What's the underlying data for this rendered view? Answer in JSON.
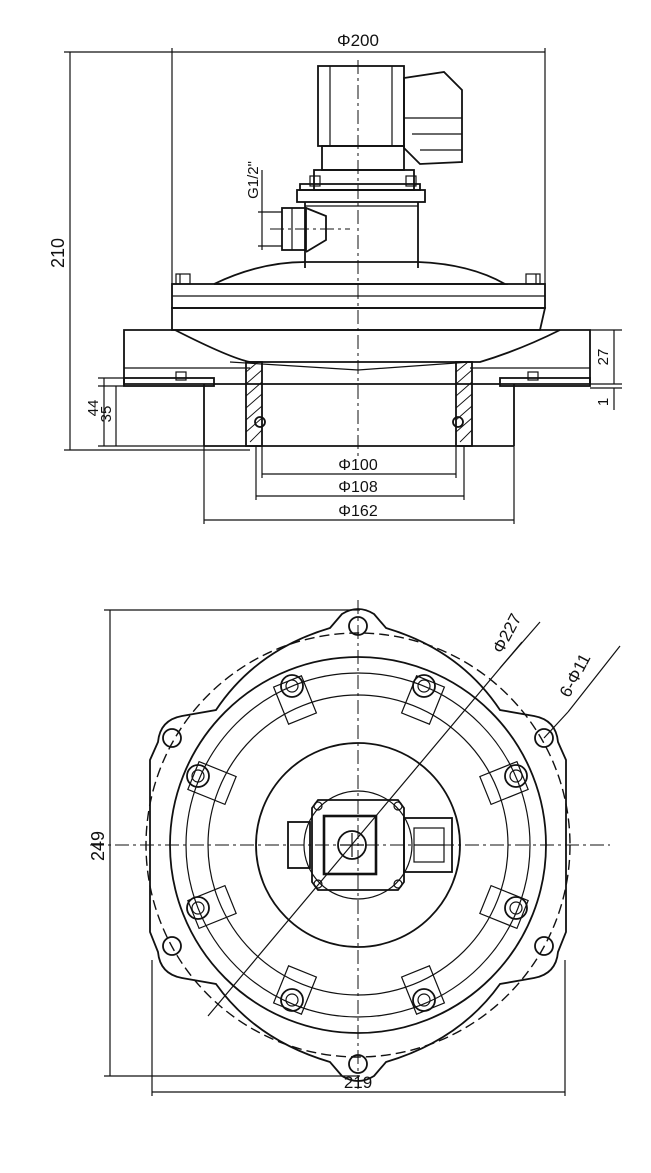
{
  "side_view": {
    "dim_overall_diameter": "Φ200",
    "dim_height": "210",
    "dim_port_thread": "G1/2\"",
    "dim_flange_27": "27",
    "dim_1": "1",
    "dim_44": "44",
    "dim_35": "35",
    "dim_phi100": "Φ100",
    "dim_phi108": "Φ108",
    "dim_phi162": "Φ162"
  },
  "top_view": {
    "dim_bolt_circle": "Φ227",
    "dim_holes": "6-Φ11",
    "dim_height": "249",
    "dim_width": "219"
  }
}
